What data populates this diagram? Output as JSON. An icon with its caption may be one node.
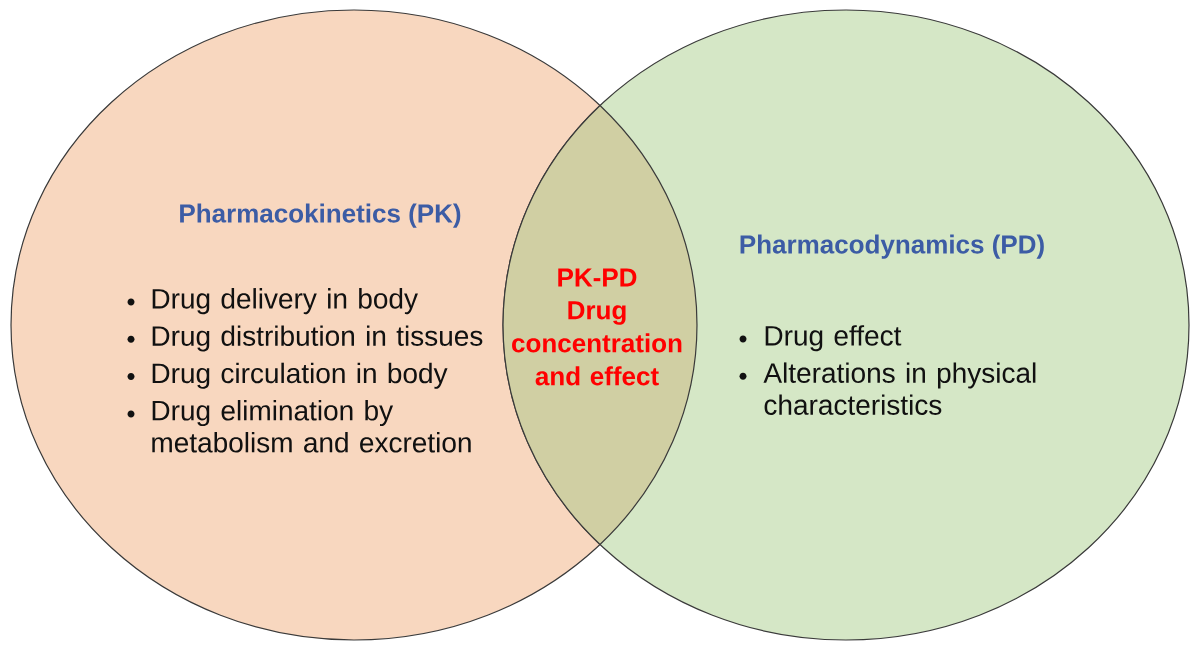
{
  "diagram": {
    "nodes": [
      {
        "text": [
          "Pharmacokinetics (PK)",
          "Drug delivery in body",
          "Drug distribution in tissues",
          "Drug circulation in body",
          "Drug elimination by metabolism and excretion"
        ]
      },
      {
        "text": [
          "Pharmacodynamics (PD)",
          "Drug effect",
          "Alterations in physical characteristics"
        ]
      },
      {
        "text": [
          "PK-PD",
          "Drug concentration and effect"
        ]
      }
    ]
  }
}
